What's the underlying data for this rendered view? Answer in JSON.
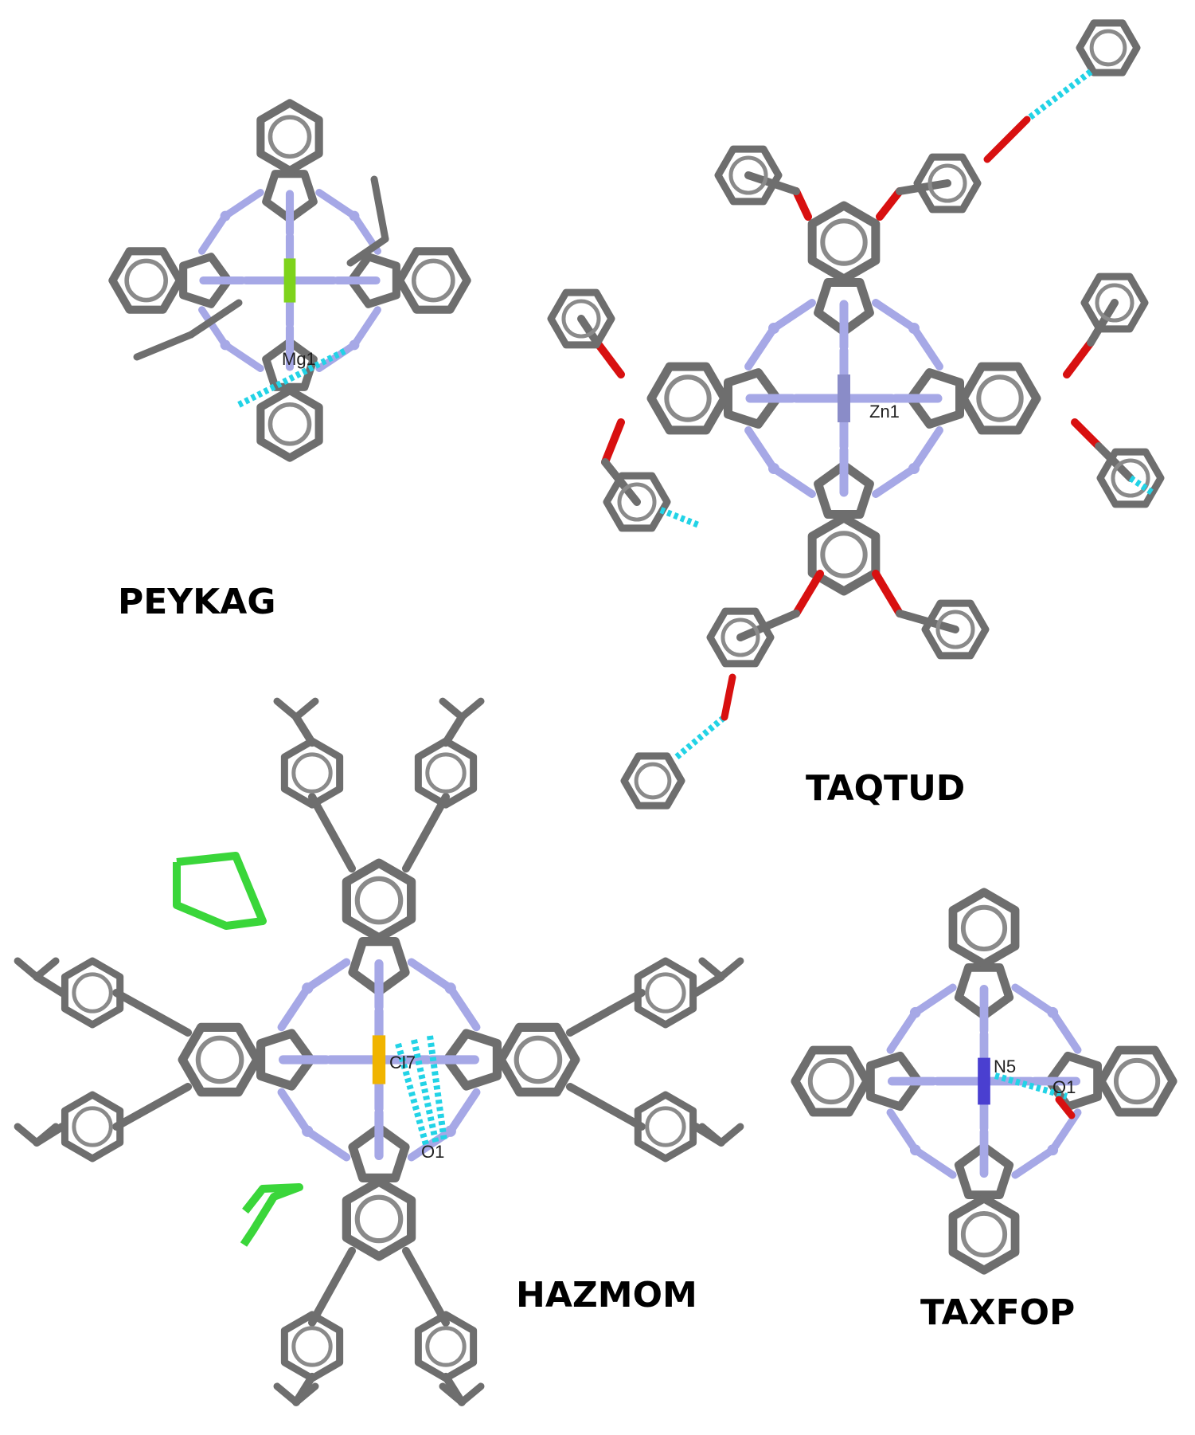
{
  "structures": {
    "peykag": {
      "name": "PEYKAG",
      "atom": "Mg1",
      "metal_color": "#7ed31b"
    },
    "taqtud": {
      "name": "TAQTUD",
      "atom": "Zn1",
      "metal_color": "#8a8cc8"
    },
    "hazmom": {
      "name": "HAZMOM",
      "atom1": "Cl7",
      "atom2": "O1",
      "metal_color": "#f0b400"
    },
    "taxfop": {
      "name": "TAXFOP",
      "atom1": "N5",
      "atom2": "O1",
      "metal_color": "#4a3fd0"
    }
  },
  "colors": {
    "carbon": "#6e6e6e",
    "nitrogen": "#a6a8e6",
    "oxygen": "#d81010",
    "hbond": "#22d3e6",
    "solvent": "#3ad63a"
  }
}
